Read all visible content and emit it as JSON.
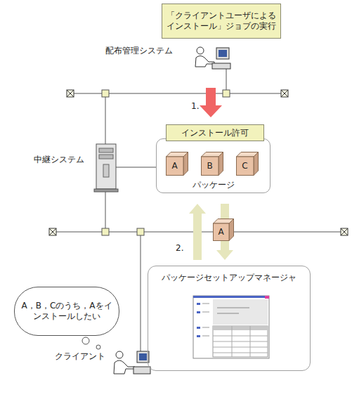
{
  "diagram": {
    "nodes": [
      {
        "text": [
          "「クライアントユーザによるインストール」ジョブの実行"
        ]
      },
      {
        "text": [
          "パッケージ"
        ]
      },
      {
        "text": [
          "インストール許可"
        ],
        "in": 1
      },
      {
        "text": [
          "A"
        ],
        "in": 1
      },
      {
        "text": [
          "B"
        ],
        "in": 1
      },
      {
        "text": [
          "C"
        ],
        "in": 1
      },
      {
        "text": [
          "A"
        ]
      },
      {
        "text": [
          "パッケージセットアップマネージャ"
        ]
      },
      {
        "text": [
          "A，B，Cのうち，Aをインストールしたい"
        ]
      }
    ],
    "edges": [
      {
        "from": 7,
        "to": 1,
        "arrow": "to"
      },
      {
        "from": 1,
        "to": 7,
        "arrow": "to"
      }
    ],
    "labels": [
      "配布管理システム",
      "1.",
      "中継システム",
      "2.",
      "クライアント"
    ]
  }
}
